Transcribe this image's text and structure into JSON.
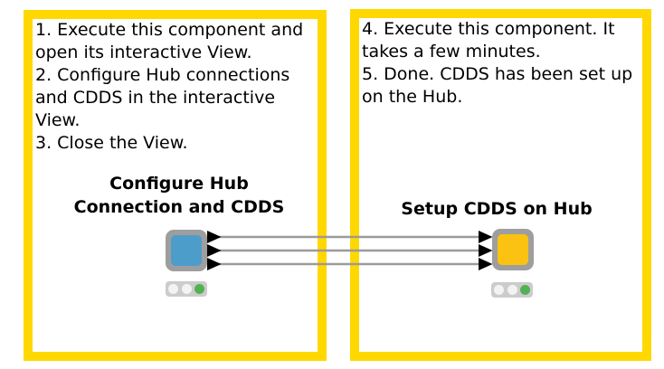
{
  "annotations": {
    "left": {
      "border_color": "#FFD800",
      "lines": [
        "1. Execute this component and",
        "open its interactive View.",
        "2. Configure Hub connections",
        "and CDDS in the interactive",
        "View.",
        "3. Close the View."
      ]
    },
    "right": {
      "border_color": "#FFD800",
      "lines": [
        "4. Execute this component. It",
        "takes a few minutes.",
        "5. Done. CDDS has been set up",
        "on the Hub."
      ]
    }
  },
  "nodes": {
    "left": {
      "label_lines": [
        "Configure Hub",
        "Connection and CDDS"
      ],
      "body_color": "#4D9DCB",
      "frame_color": "#9E9E9E",
      "status": "executed",
      "status_color": "#54B054"
    },
    "right": {
      "label_lines": [
        "Setup CDDS on Hub"
      ],
      "body_color": "#FCC211",
      "frame_color": "#9E9E9E",
      "status": "executed",
      "status_color": "#54B054"
    }
  },
  "connections": {
    "count": 3,
    "line_color": "#9B9B9B",
    "port_color": "#000000"
  }
}
